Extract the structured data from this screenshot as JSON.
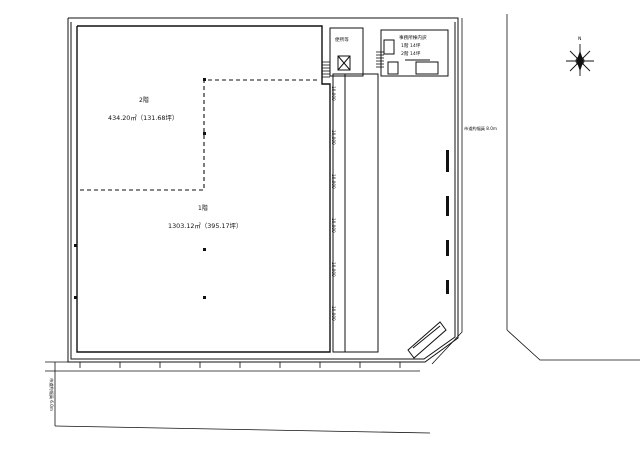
{
  "floor_plan": {
    "zone_2f": {
      "label": "2階",
      "area": "434.20㎡（131.68坪）"
    },
    "zone_1f": {
      "label": "1階",
      "area": "1303.12㎡（395.17坪）"
    },
    "room_mid": {
      "label": "便所等"
    },
    "room_right": {
      "title": "事務所棟内訳",
      "line1": "1階 14坪",
      "line2": "2階 14坪"
    },
    "road_right": {
      "label": "市道約幅員 8.0m"
    },
    "road_left": {
      "label": "市道約幅員 6.0m"
    },
    "corridor_dims": [
      "10,000",
      "10,000",
      "10,000",
      "10,000",
      "10,000",
      "10,000"
    ],
    "compass": {
      "north": "N"
    }
  }
}
